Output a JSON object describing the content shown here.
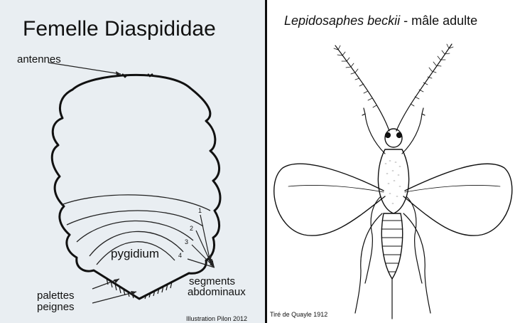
{
  "left_panel": {
    "title": "Femelle Diaspididae",
    "labels": {
      "antennes": "antennes",
      "pygidium": "pygidium",
      "palettes": "palettes",
      "peignes": "peignes",
      "segments": "segments",
      "abdominaux": "abdominaux"
    },
    "segment_numbers": [
      "1",
      "2",
      "3",
      "4"
    ],
    "credit": "Illustration Pilon 2012"
  },
  "right_panel": {
    "title_species": "Lepidosaphes beckii",
    "title_suffix": " - mâle adulte",
    "credit": "Tiré de Quayle 1912"
  }
}
